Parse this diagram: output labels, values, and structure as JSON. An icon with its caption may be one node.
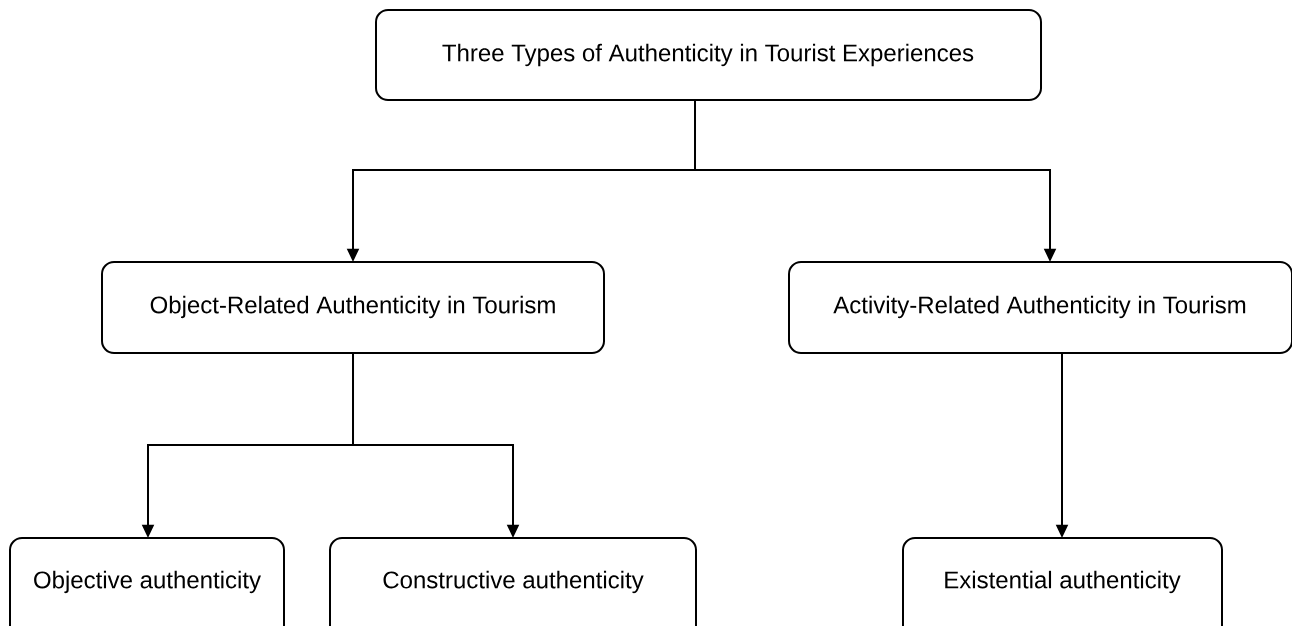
{
  "diagram": {
    "nodes": [
      {
        "text": [
          "Three Types of Authenticity in Tourist Experiences"
        ]
      },
      {
        "text": [
          "Object-Related Authenticity in Tourism"
        ]
      },
      {
        "text": [
          "Activity-Related Authenticity in Tourism"
        ]
      },
      {
        "text": [
          "Objective authenticity"
        ]
      },
      {
        "text": [
          "Constructive  authenticity"
        ]
      },
      {
        "text": [
          "Existential authenticity"
        ]
      }
    ],
    "edges": [
      {
        "from": 0,
        "to": 1,
        "arrow": "to"
      },
      {
        "from": 0,
        "to": 2,
        "arrow": "to"
      },
      {
        "from": 1,
        "to": 3,
        "arrow": "to"
      },
      {
        "from": 1,
        "to": 4,
        "arrow": "to"
      },
      {
        "from": 2,
        "to": 5,
        "arrow": "to"
      }
    ]
  }
}
